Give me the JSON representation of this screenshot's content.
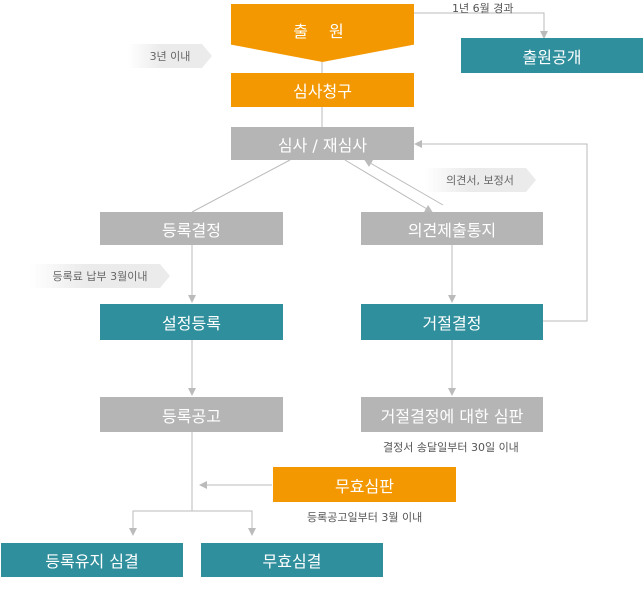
{
  "nodes": {
    "filing": "출 원",
    "publication": "출원공개",
    "exam_request": "심사청구",
    "examination": "심사 / 재심사",
    "reg_decision": "등록결정",
    "office_action": "의견제출통지",
    "registration": "설정등록",
    "rejection": "거절결정",
    "reg_gazette": "등록공고",
    "appeal": "거절결정에 대한 심판",
    "invalidation_trial": "무효심판",
    "maintained": "등록유지 심결",
    "invalidated": "무효심결"
  },
  "labels": {
    "pub_period": "1년 6월 경과",
    "request_period": "3년 이내",
    "response": "의견서, 보정서",
    "fee_period": "등록료 납부 3월이내",
    "appeal_period": "결정서 송달일부터 30일 이내",
    "trial_period": "등록공고일부터 3월 이내"
  },
  "colors": {
    "orange": "#f39800",
    "gray": "#b5b5b6",
    "teal": "#2f8f9d",
    "line": "#bbbbbb"
  }
}
